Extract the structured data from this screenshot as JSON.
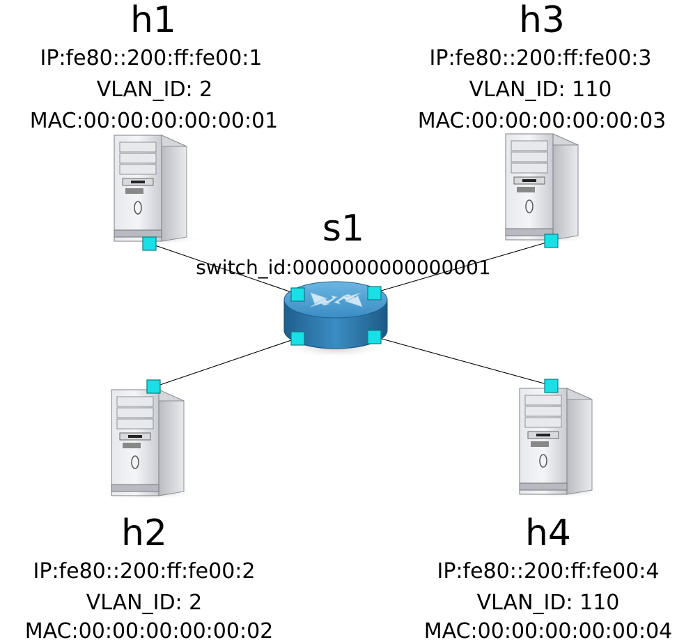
{
  "hosts": {
    "h1": {
      "name": "h1",
      "ip": "IP:fe80::200:ff:fe00:1",
      "vlan": "VLAN_ID: 2",
      "mac": "MAC:00:00:00:00:00:01"
    },
    "h2": {
      "name": "h2",
      "ip": "IP:fe80::200:ff:fe00:2",
      "vlan": "VLAN_ID: 2",
      "mac": "MAC:00:00:00:00:00:02"
    },
    "h3": {
      "name": "h3",
      "ip": "IP:fe80::200:ff:fe00:3",
      "vlan": "VLAN_ID: 110",
      "mac": "MAC:00:00:00:00:00:03"
    },
    "h4": {
      "name": "h4",
      "ip": "IP:fe80::200:ff:fe00:4",
      "vlan": "VLAN_ID: 110",
      "mac": "MAC:00:00:00:00:00:04"
    }
  },
  "switch": {
    "name": "s1",
    "id": "switch_id:0000000000000001"
  },
  "colors": {
    "port": "#19e0e6",
    "router_body": "#2f7fb5",
    "router_top": "#4a9fd4",
    "link": "#000000"
  },
  "icons": {
    "host": "server-tower-icon",
    "switch": "router-icon",
    "port": "port-square-icon"
  }
}
